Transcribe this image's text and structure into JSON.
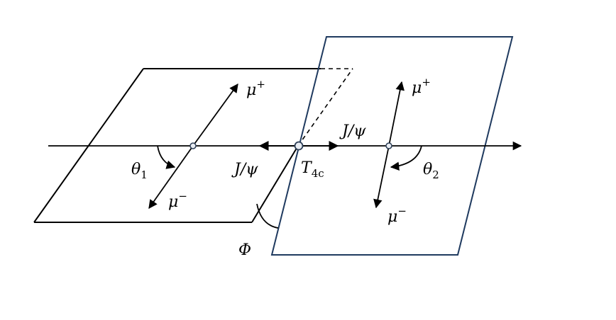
{
  "labels": {
    "muon_plus": {
      "base": "μ",
      "sup": "+"
    },
    "muon_minus": {
      "base": "μ",
      "sup": "−"
    },
    "theta1": {
      "base": "θ",
      "sub": "1"
    },
    "theta2": {
      "base": "θ",
      "sub": "2"
    },
    "jpsi": "J/ψ",
    "tetraquark": {
      "base": "T",
      "sub": "4c"
    },
    "phi": "Φ"
  },
  "colors": {
    "line": "#000000",
    "right_plane_edge": "#1f3a5f",
    "vertex_fill": "#e8ecf2",
    "vertex_stroke": "#2b3d55"
  }
}
